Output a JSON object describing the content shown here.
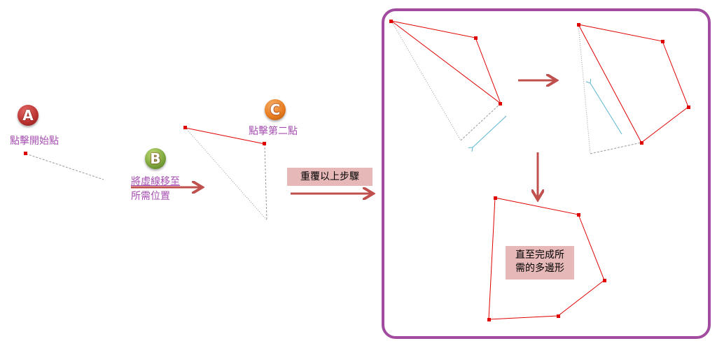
{
  "steps": {
    "a": {
      "badge": "A",
      "text": "點擊開始點",
      "color": "#b8312f"
    },
    "b": {
      "badge": "B",
      "line1": "將虛線移至",
      "line2": "所需位置",
      "color": "#7aa33a"
    },
    "c": {
      "badge": "C",
      "text": "點擊第二點",
      "color": "#e7791c"
    }
  },
  "repeat_label": "重覆以上步驟",
  "finish_label": {
    "line1": "直至完成所",
    "line2": "需的多邊形"
  },
  "colors": {
    "accent": "#a24ca0",
    "edge": "#e00000",
    "arrow": "#c0504d",
    "hint": "#5bb6d0",
    "box": "#e6b9b8"
  }
}
